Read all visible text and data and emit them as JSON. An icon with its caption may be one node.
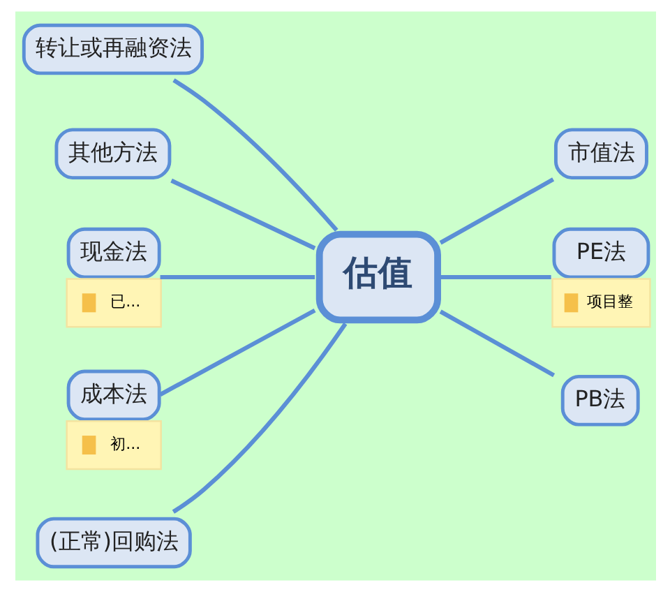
{
  "diagram": {
    "nodes": [
      {
        "text": [
          "估值"
        ]
      },
      {
        "text": [
          "转让或再融资法"
        ]
      },
      {
        "text": [
          "其他方法"
        ]
      },
      {
        "text": [
          "现金法",
          "已..."
        ]
      },
      {
        "text": [
          "成本法",
          "初..."
        ]
      },
      {
        "text": [
          "(正常)回购法"
        ]
      },
      {
        "text": [
          "市值法"
        ]
      },
      {
        "text": [
          "PE法",
          "项目整"
        ]
      },
      {
        "text": [
          "PB法"
        ]
      }
    ],
    "edges": [
      {
        "from": 0,
        "to": 1,
        "arrow": "none"
      },
      {
        "from": 0,
        "to": 2,
        "arrow": "none"
      },
      {
        "from": 0,
        "to": 3,
        "arrow": "none"
      },
      {
        "from": 0,
        "to": 4,
        "arrow": "none"
      },
      {
        "from": 0,
        "to": 5,
        "arrow": "none"
      },
      {
        "from": 0,
        "to": 6,
        "arrow": "none"
      },
      {
        "from": 0,
        "to": 7,
        "arrow": "none"
      },
      {
        "from": 0,
        "to": 8,
        "arrow": "none"
      }
    ]
  }
}
